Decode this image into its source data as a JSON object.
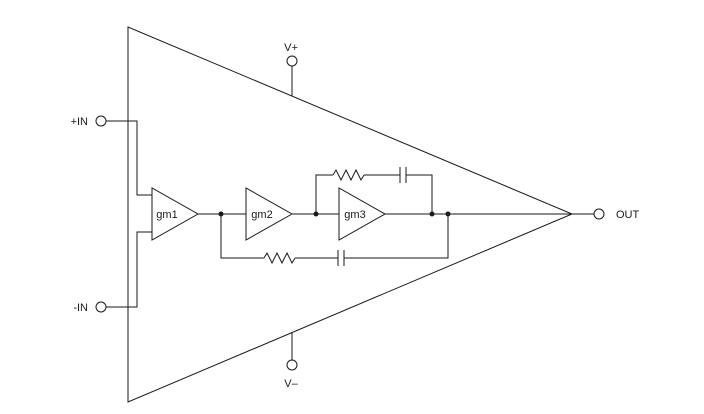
{
  "labels": {
    "vplus": "V+",
    "vminus": "V–",
    "in_plus": "+IN",
    "in_minus": "-IN",
    "out": "OUT",
    "gm1": "gm1",
    "gm2": "gm2",
    "gm3": "gm3"
  }
}
